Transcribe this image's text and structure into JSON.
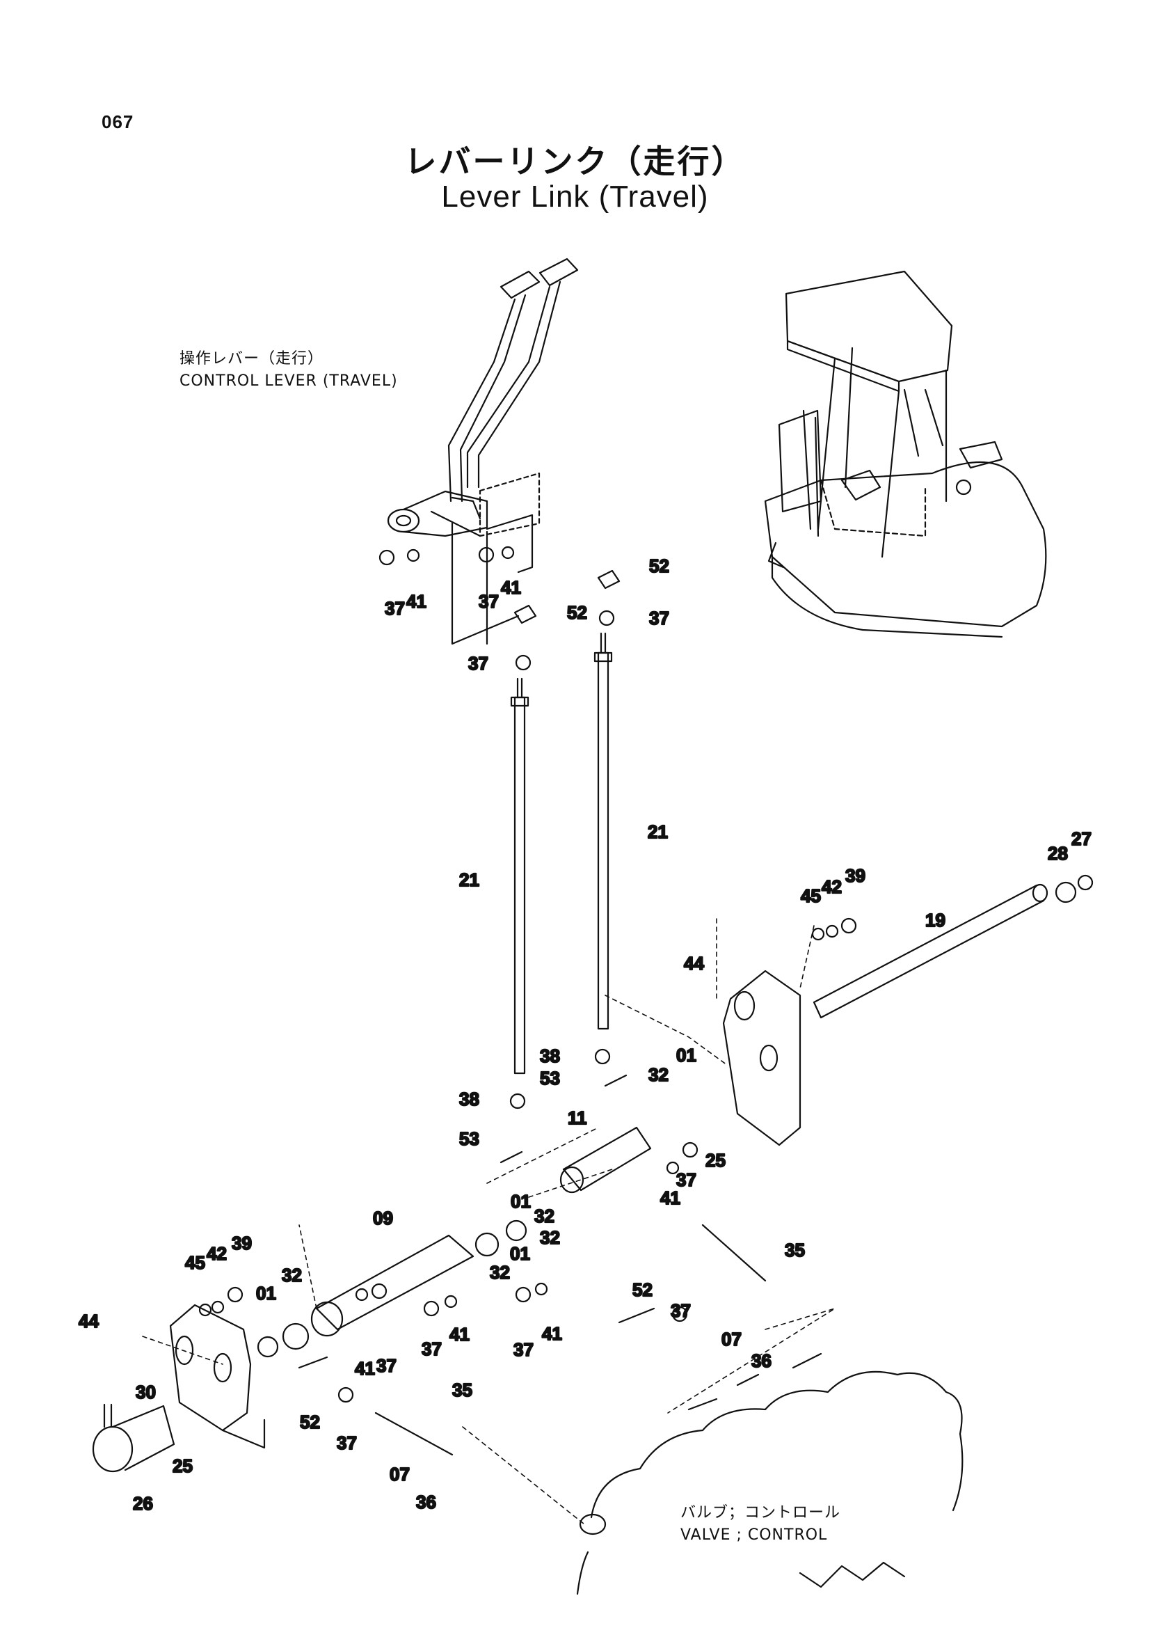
{
  "page_number": "067",
  "title_jp": "レバーリンク（走行）",
  "title_en": "Lever Link (Travel)",
  "notes": {
    "control_lever_jp": "操作レバー（走行）",
    "control_lever_en": "CONTROL LEVER (TRAVEL)",
    "valve_jp": "バルブ；コントロール",
    "valve_en": "VALVE ; CONTROL"
  },
  "part_labels": [
    "37",
    "41",
    "37",
    "41",
    "52",
    "52",
    "37",
    "37",
    "21",
    "21",
    "38",
    "53",
    "38",
    "53",
    "32",
    "01",
    "11",
    "25",
    "44",
    "45",
    "42",
    "39",
    "28",
    "27",
    "19",
    "01",
    "32",
    "41",
    "37",
    "32",
    "32",
    "01",
    "09",
    "45",
    "42",
    "39",
    "01",
    "32",
    "52",
    "37",
    "41",
    "37",
    "37",
    "41",
    "37",
    "41",
    "52",
    "37",
    "35",
    "07",
    "36",
    "35",
    "07",
    "36",
    "44",
    "30",
    "25",
    "26"
  ]
}
